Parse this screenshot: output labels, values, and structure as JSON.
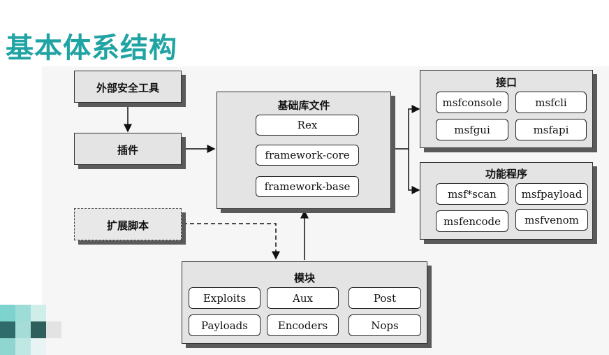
{
  "title": "基本体系结构",
  "diagram": {
    "external_tools": "外部安全工具",
    "plugins": "插件",
    "extension_scripts": "扩展脚本",
    "base_library": {
      "title": "基础库文件",
      "items": [
        "Rex",
        "framework-core",
        "framework-base"
      ]
    },
    "interfaces": {
      "title": "接口",
      "items": [
        "msfconsole",
        "msfcli",
        "msfgui",
        "msfapi"
      ]
    },
    "utilities": {
      "title": "功能程序",
      "items": [
        "msf*scan",
        "msfpayload",
        "msfencode",
        "msfvenom"
      ]
    },
    "modules": {
      "title": "模块",
      "items": [
        "Exploits",
        "Aux",
        "Post",
        "Payloads",
        "Encoders",
        "Nops"
      ]
    }
  },
  "colors": {
    "title": "#1fa3a3",
    "box_fill": "#e4e4e4",
    "shadow": "#5a5a5a"
  }
}
